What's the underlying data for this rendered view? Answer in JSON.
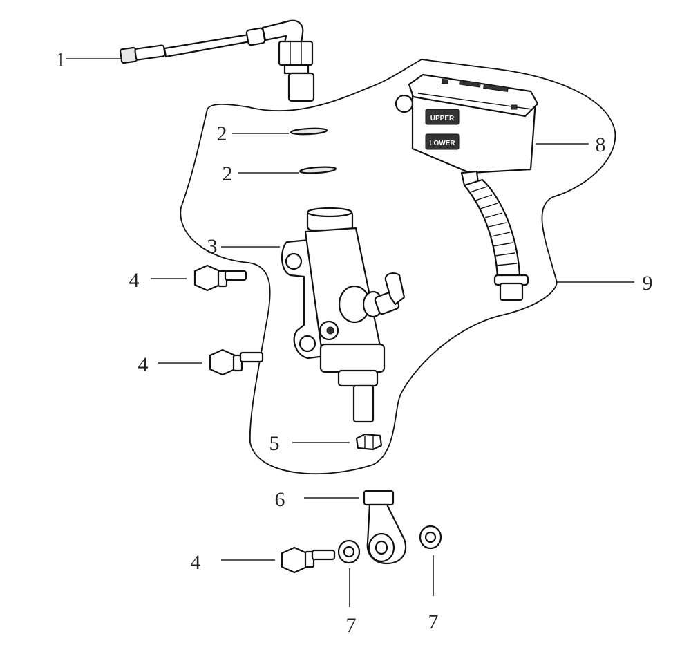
{
  "callouts": {
    "c1": "1",
    "c2a": "2",
    "c2b": "2",
    "c3": "3",
    "c4a": "4",
    "c4b": "4",
    "c4c": "4",
    "c5": "5",
    "c6": "6",
    "c7a": "7",
    "c7b": "7",
    "c8": "8",
    "c9": "9"
  },
  "reservoir_labels": {
    "upper": "UPPER",
    "lower": "LOWER"
  }
}
